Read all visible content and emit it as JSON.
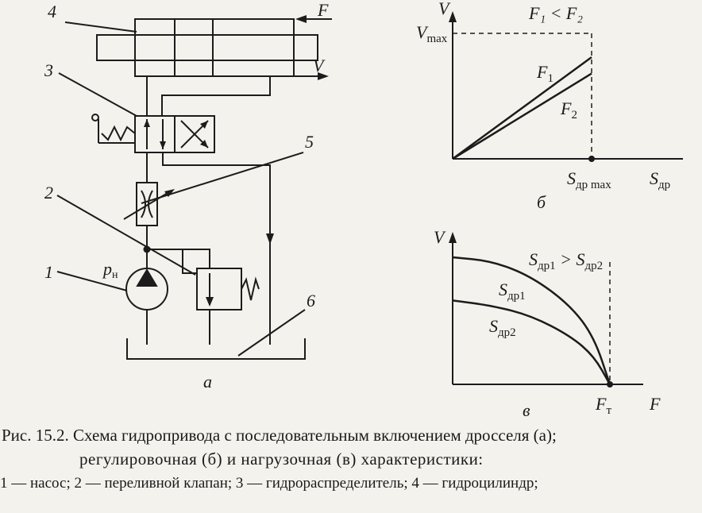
{
  "schematic": {
    "labels": {
      "pump": "1",
      "valve_relief": "2",
      "distributor": "3",
      "cylinder": "4",
      "throttle": "5",
      "tank": "6"
    },
    "force": "F",
    "velocity": "V",
    "pressure": "р",
    "pressure_sub": "н",
    "panel_label": "а"
  },
  "chart_b": {
    "panel_label": "б",
    "relation": "F₁ < F₂",
    "ylabel": "V",
    "xlabel": "S",
    "xlabel_sub": "др",
    "vmax": "V",
    "vmax_sub": "max",
    "smax": "S",
    "smax_sub": "др max",
    "f1": "F",
    "f1_sub": "1",
    "f2": "F",
    "f2_sub": "2"
  },
  "chart_v": {
    "panel_label": "в",
    "relation": "S",
    "relation_sub1": "др1",
    "relation_mid": " > S",
    "relation_sub2": "др2",
    "ylabel": "V",
    "xlabel": "F",
    "ft": "F",
    "ft_sub": "т",
    "s1": "S",
    "s1_sub": "др1",
    "s2": "S",
    "s2_sub": "др2"
  },
  "chart_data": [
    {
      "type": "line",
      "title": "",
      "xlabel": "Sдр",
      "ylabel": "V",
      "x_marks": [
        "Sдр max"
      ],
      "y_marks": [
        "Vmax"
      ],
      "series": [
        {
          "name": "F1",
          "x": [
            0,
            1
          ],
          "y": [
            0,
            0.81
          ]
        },
        {
          "name": "F2",
          "x": [
            0,
            1
          ],
          "y": [
            0,
            0.68
          ]
        }
      ]
    },
    {
      "type": "line",
      "title": "",
      "xlabel": "F",
      "ylabel": "V",
      "x_marks": [
        "Fт"
      ],
      "series": [
        {
          "name": "Sдр1",
          "x": [
            0,
            0.25,
            0.5,
            0.75,
            0.9,
            1
          ],
          "y": [
            1,
            0.97,
            0.85,
            0.62,
            0.37,
            0
          ]
        },
        {
          "name": "Sдр2",
          "x": [
            0,
            0.25,
            0.5,
            0.75,
            0.9,
            1
          ],
          "y": [
            0.66,
            0.62,
            0.54,
            0.38,
            0.22,
            0
          ]
        }
      ]
    }
  ],
  "caption": {
    "line1": "Рис. 15.2. Схема гидропривода с последовательным включением дросселя (а);",
    "line2": "регулировочная (б) и нагрузочная (в) характеристики:",
    "line3": "1 — насос; 2 — переливной клапан; 3 — гидрораспределитель; 4 — гидроцилиндр;"
  }
}
